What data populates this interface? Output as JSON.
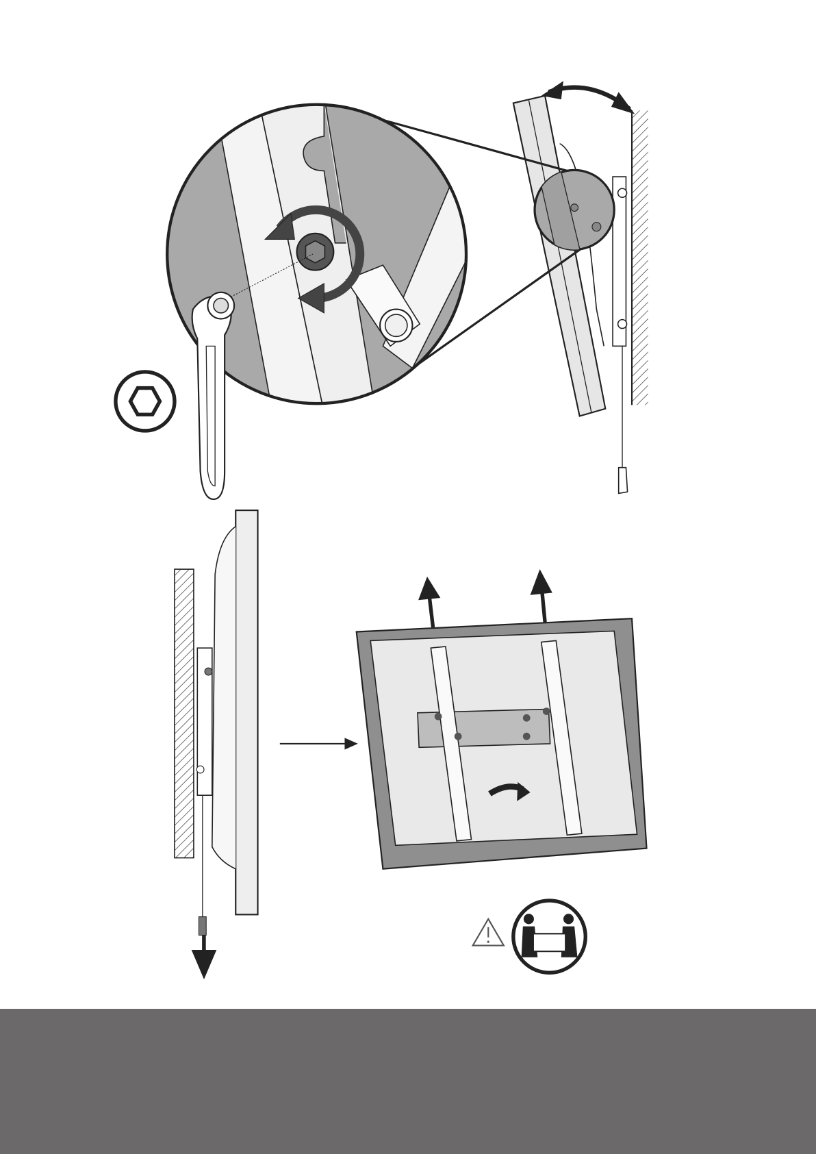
{
  "page": {
    "background": "#ffffff",
    "footer_band_color": "#6b696a",
    "detail_fill": "#a9a9a9",
    "tv_back_fill": "#e9e9e9",
    "tv_frame_fill": "#8f8f8f"
  },
  "steps": [
    {
      "name": "loosen-tilt-bolt",
      "icons": [
        "magnifier-detail",
        "socket-wrench-icon",
        "hex-socket-icon",
        "tilt-arrow-icon",
        "rotate-arrow-icon"
      ]
    },
    {
      "name": "release-cord-side-view",
      "icons": [
        "wall-hatch",
        "pull-down-arrow-icon"
      ]
    },
    {
      "name": "lift-tv-off-wall",
      "icons": [
        "lift-up-arrow-icon",
        "rotate-arrow-icon",
        "caution-icon",
        "two-person-lift-icon"
      ]
    }
  ]
}
